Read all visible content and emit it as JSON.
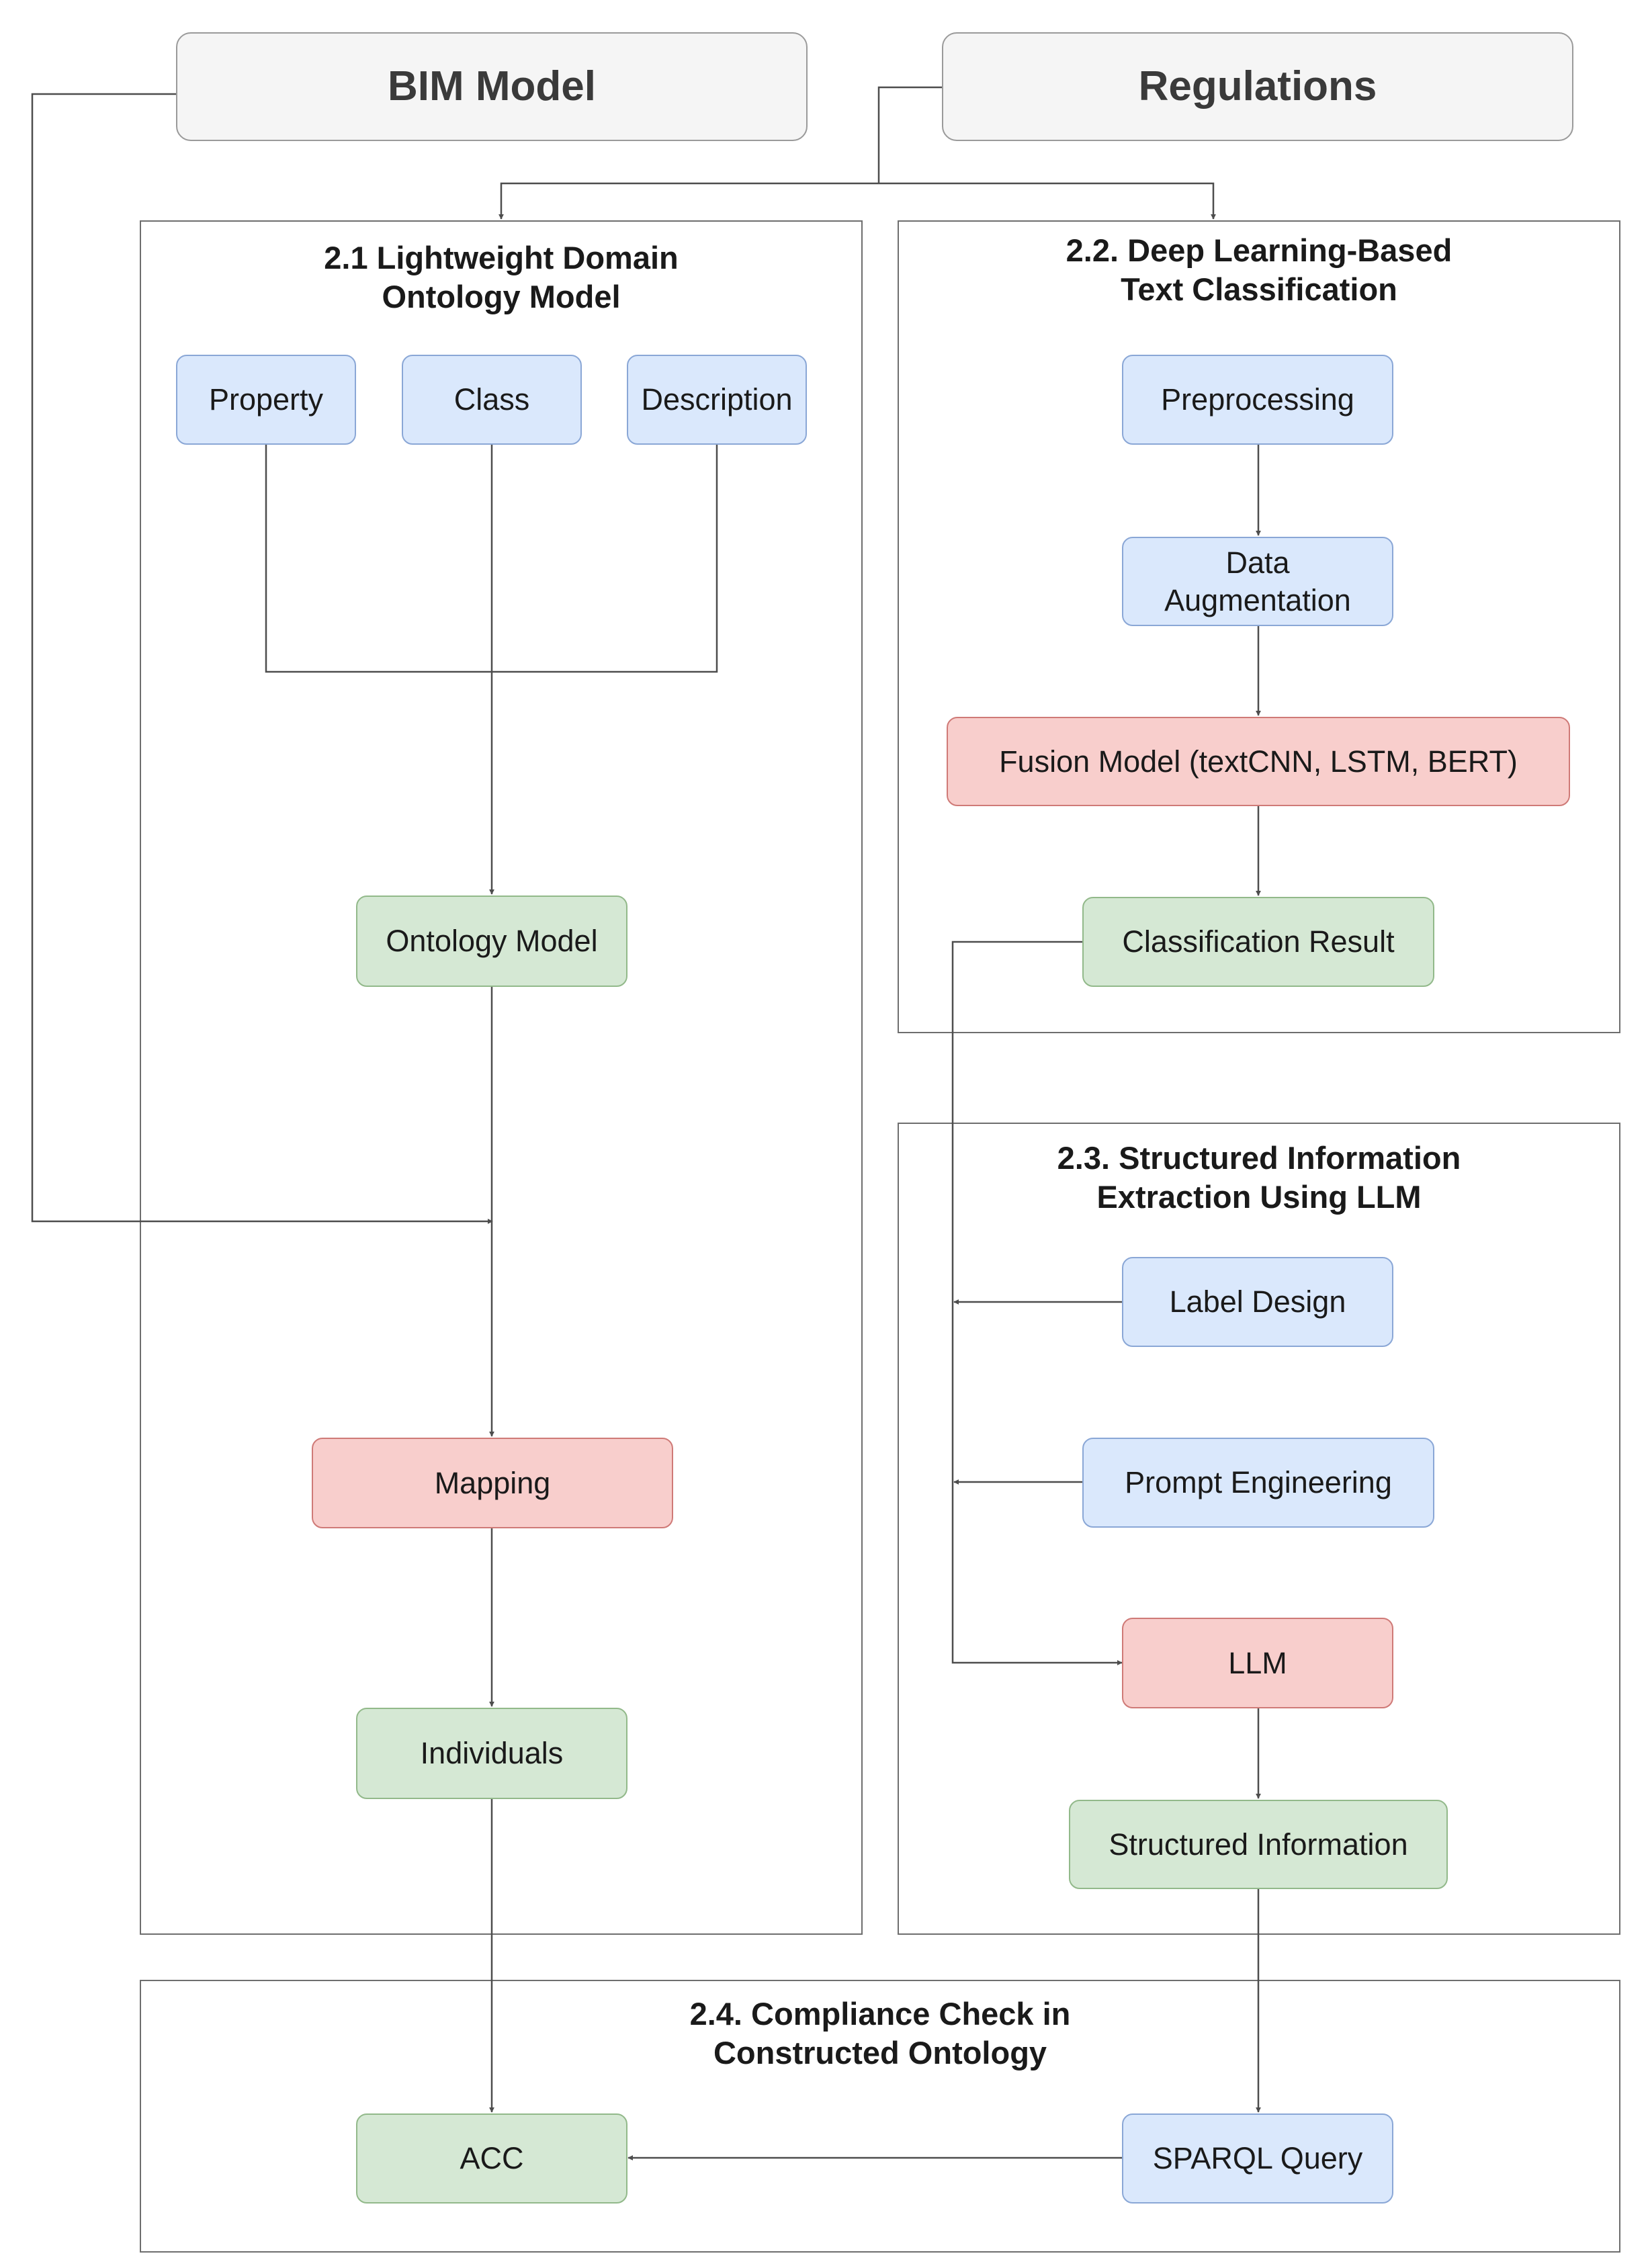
{
  "inputs": {
    "bim_model": "BIM Model",
    "regulations": "Regulations"
  },
  "sections": {
    "ontology": {
      "title": "2.1 Lightweight Domain\nOntology Model",
      "property": "Property",
      "class": "Class",
      "description": "Description",
      "ontology_model": "Ontology Model",
      "mapping": "Mapping",
      "individuals": "Individuals"
    },
    "classification": {
      "title": "2.2. Deep Learning-Based\nText Classification",
      "preprocessing": "Preprocessing",
      "data_augmentation": "Data\nAugmentation",
      "fusion_model": "Fusion Model (textCNN, LSTM, BERT)",
      "classification_result": "Classification Result"
    },
    "extraction": {
      "title": "2.3. Structured Information\nExtraction Using LLM",
      "label_design": "Label Design",
      "prompt_engineering": "Prompt Engineering",
      "llm": "LLM",
      "structured_information": "Structured Information"
    },
    "compliance": {
      "title": "2.4. Compliance Check in\nConstructed Ontology",
      "acc": "ACC",
      "sparql_query": "SPARQL Query"
    }
  },
  "colors": {
    "input_fill": "#f5f5f5",
    "process_fill": "#dae8fc",
    "result_fill": "#d5e8d4",
    "model_fill": "#f8cecc",
    "connector": "#4d4d4d"
  }
}
